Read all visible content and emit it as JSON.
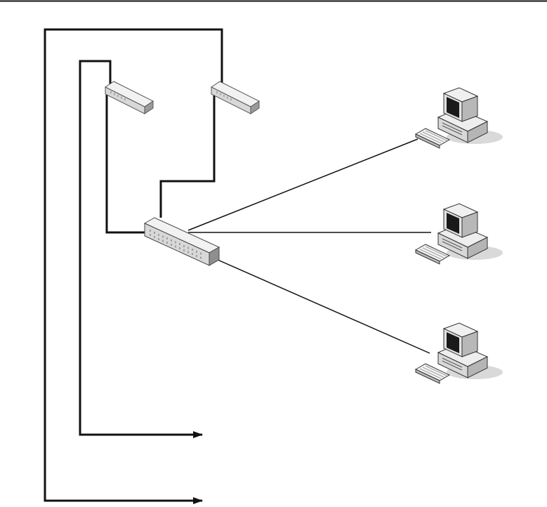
{
  "diagram": {
    "type": "network-topology",
    "colors": {
      "background": "#ffffff",
      "line": "#111111",
      "device_top": "#f2f2f2",
      "device_side": "#9a9a9a",
      "device_front": "#d8d8d8",
      "monitor_body": "#eaeaea",
      "monitor_screen": "#1a1a1a",
      "shadow": "#cfcfcf"
    },
    "nodes": [
      {
        "id": "uplink-hub-left",
        "kind": "hub",
        "icon": "network-hub-icon"
      },
      {
        "id": "uplink-hub-right",
        "kind": "hub",
        "icon": "network-hub-icon"
      },
      {
        "id": "main-switch",
        "kind": "switch",
        "icon": "network-switch-icon"
      },
      {
        "id": "workstation-1",
        "kind": "computer",
        "icon": "desktop-computer-icon"
      },
      {
        "id": "workstation-2",
        "kind": "computer",
        "icon": "desktop-computer-icon"
      },
      {
        "id": "workstation-3",
        "kind": "computer",
        "icon": "desktop-computer-icon"
      }
    ],
    "links": [
      {
        "from": "main-switch",
        "to": "workstation-1",
        "style": "thin"
      },
      {
        "from": "main-switch",
        "to": "workstation-2",
        "style": "thin"
      },
      {
        "from": "main-switch",
        "to": "workstation-3",
        "style": "thin"
      },
      {
        "from": "main-switch",
        "to": "uplink-hub-left",
        "style": "thick"
      },
      {
        "from": "main-switch",
        "to": "uplink-hub-right",
        "style": "thick"
      },
      {
        "from": "uplink-hub-left",
        "to": "outbound-arrow-upper",
        "style": "thick-arrow"
      },
      {
        "from": "uplink-hub-right",
        "to": "outbound-arrow-lower",
        "style": "thick-arrow"
      }
    ]
  }
}
